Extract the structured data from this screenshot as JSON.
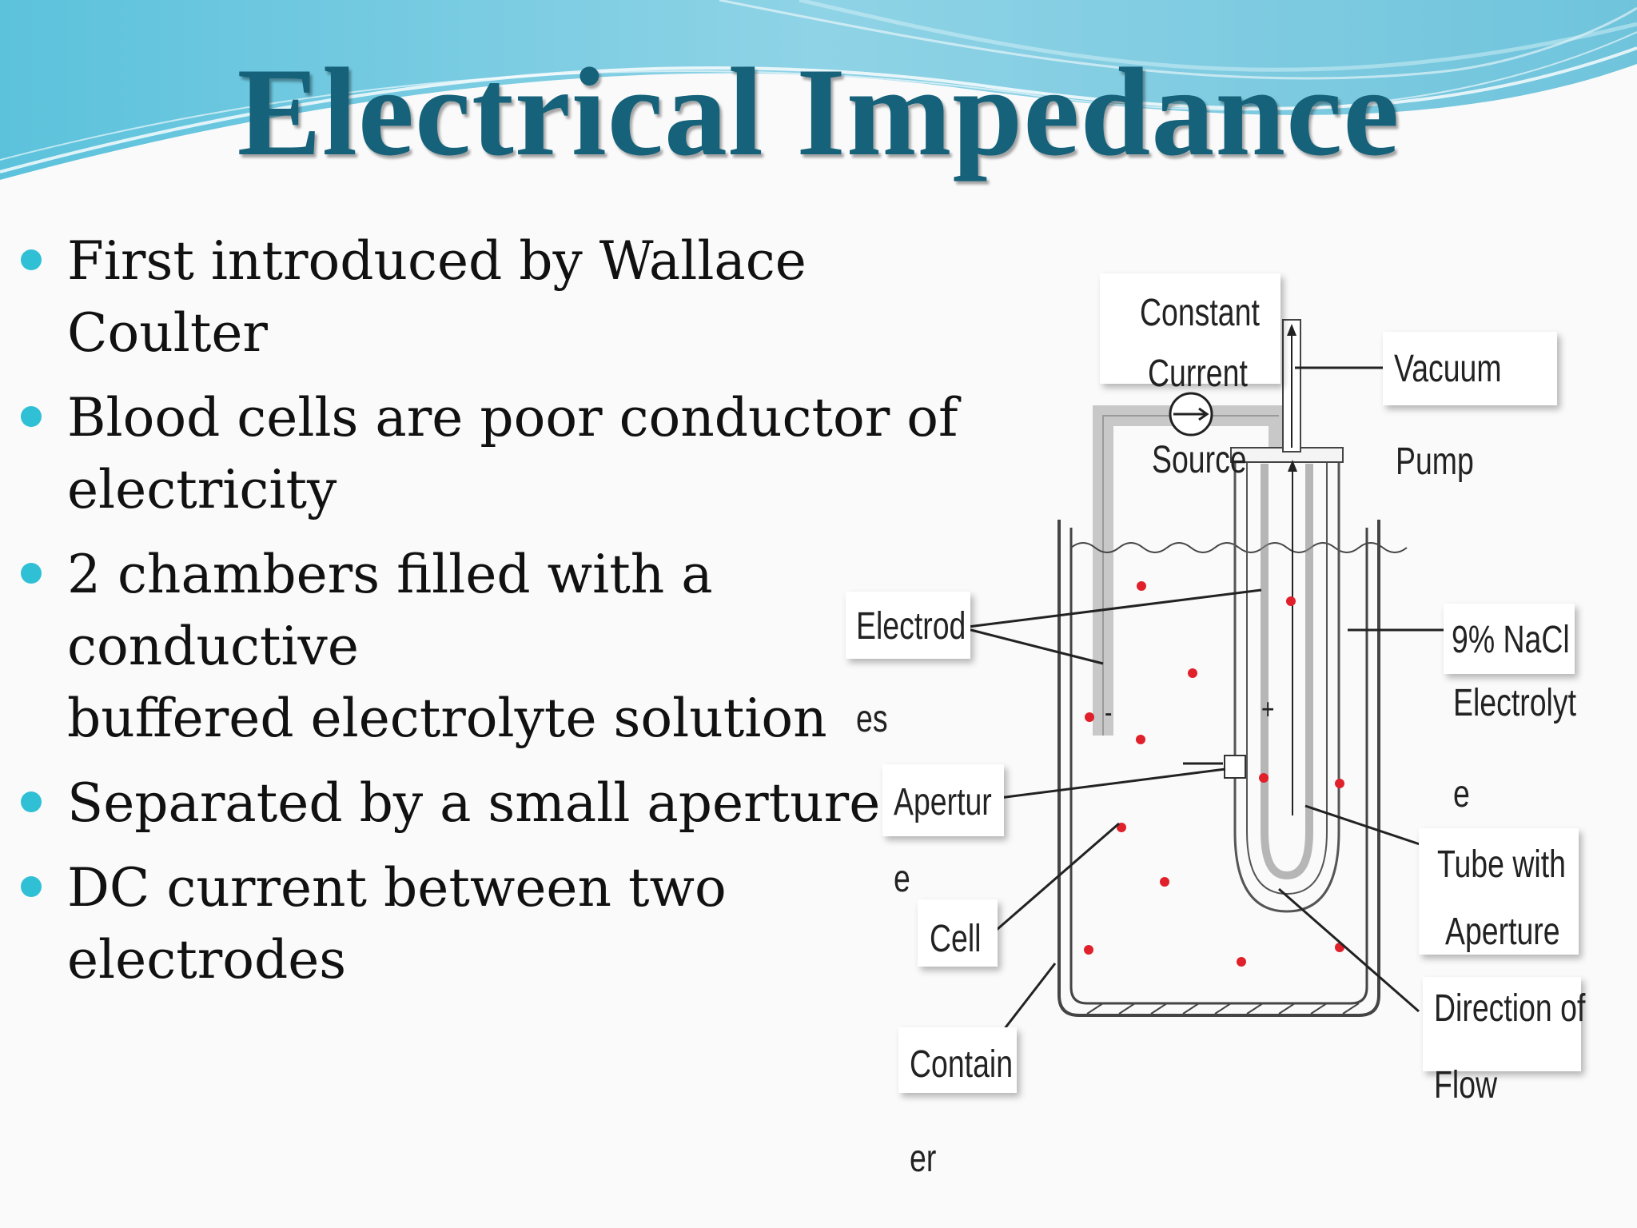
{
  "slide": {
    "title": "Electrical Impedance",
    "bullets": [
      {
        "lines": [
          "First introduced by Wallace",
          "Coulter"
        ]
      },
      {
        "lines": [
          "Blood cells are poor conductor of",
          "electricity"
        ]
      },
      {
        "lines": [
          "2 chambers filled with a",
          "conductive",
          "buffered electrolyte solution"
        ]
      },
      {
        "lines": [
          "Separated by a small aperture"
        ]
      },
      {
        "lines": [
          "DC current between two",
          "electrodes"
        ]
      }
    ]
  },
  "diagram": {
    "labels": {
      "constant": "Constant",
      "current": "Current",
      "source": "Source",
      "vacuum": "Vacuum",
      "pump": "Pump",
      "electrod": "Electrod",
      "es": "es",
      "nacl": "9% NaCl",
      "electrolyt": "Electrolyt",
      "e_electrolyte": "e",
      "apertur": "Apertur",
      "e_aperture": "e",
      "tube_with": "Tube with",
      "aperture": "Aperture",
      "cell": "Cell",
      "direction_of": "Direction of",
      "flow": "Flow",
      "contain": "Contain",
      "er": "er",
      "minus": "-",
      "plus": "+"
    }
  },
  "colors": {
    "title": "#15627a",
    "bullet": "#2fc0d6",
    "cell_dot": "#e0202a",
    "wave": "#7cc8de"
  }
}
